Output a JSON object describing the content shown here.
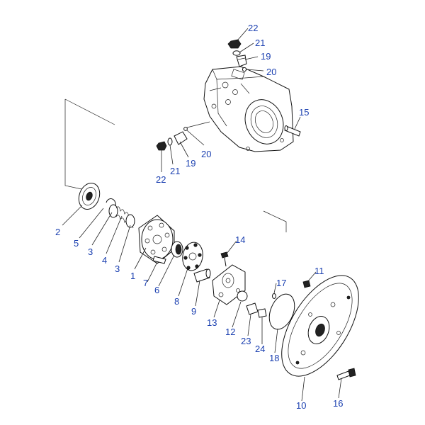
{
  "labels": {
    "l1": "1",
    "l2": "2",
    "l3a": "3",
    "l3b": "3",
    "l4": "4",
    "l5": "5",
    "l6": "6",
    "l7": "7",
    "l8": "8",
    "l9": "9",
    "l10": "10",
    "l11": "11",
    "l12": "12",
    "l13": "13",
    "l14": "14",
    "l15": "15",
    "l16": "16",
    "l17": "17",
    "l18": "18",
    "l19a": "19",
    "l19b": "19",
    "l20a": "20",
    "l20b": "20",
    "l21a": "21",
    "l21b": "21",
    "l22a": "22",
    "l22b": "22",
    "l23": "23",
    "l24": "24"
  },
  "colors": {
    "label": "#1a3fb0",
    "ink": "#111111",
    "background": "#ffffff"
  }
}
